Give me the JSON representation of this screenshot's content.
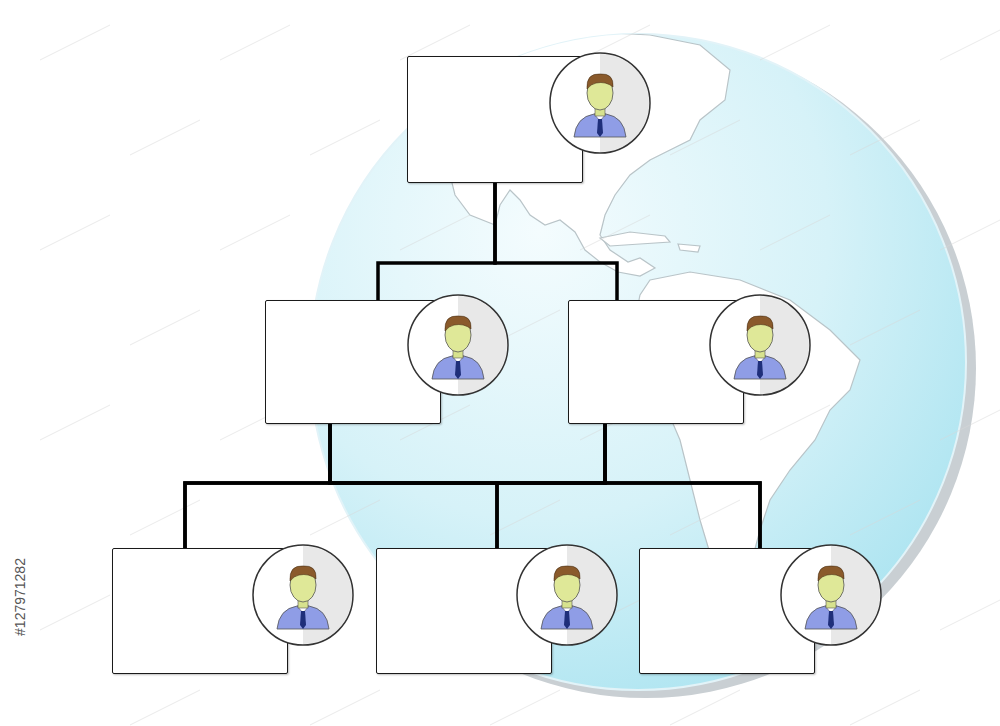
{
  "diagram": {
    "nodes": [
      {
        "text": []
      },
      {
        "text": []
      },
      {
        "text": []
      },
      {
        "text": []
      },
      {
        "text": []
      },
      {
        "text": []
      }
    ],
    "edges": [
      {
        "from": 0,
        "to": 1,
        "arrow": "none"
      },
      {
        "from": 0,
        "to": 2,
        "arrow": "none"
      },
      {
        "from": 1,
        "to": 3,
        "arrow": "none"
      },
      {
        "from": 1,
        "to": 4,
        "arrow": "none"
      },
      {
        "from": 1,
        "to": 5,
        "arrow": "none"
      },
      {
        "from": 2,
        "to": 3,
        "arrow": "none"
      },
      {
        "from": 2,
        "to": 4,
        "arrow": "none"
      },
      {
        "from": 2,
        "to": 5,
        "arrow": "none"
      }
    ],
    "labels": [
      "#127971282"
    ]
  }
}
